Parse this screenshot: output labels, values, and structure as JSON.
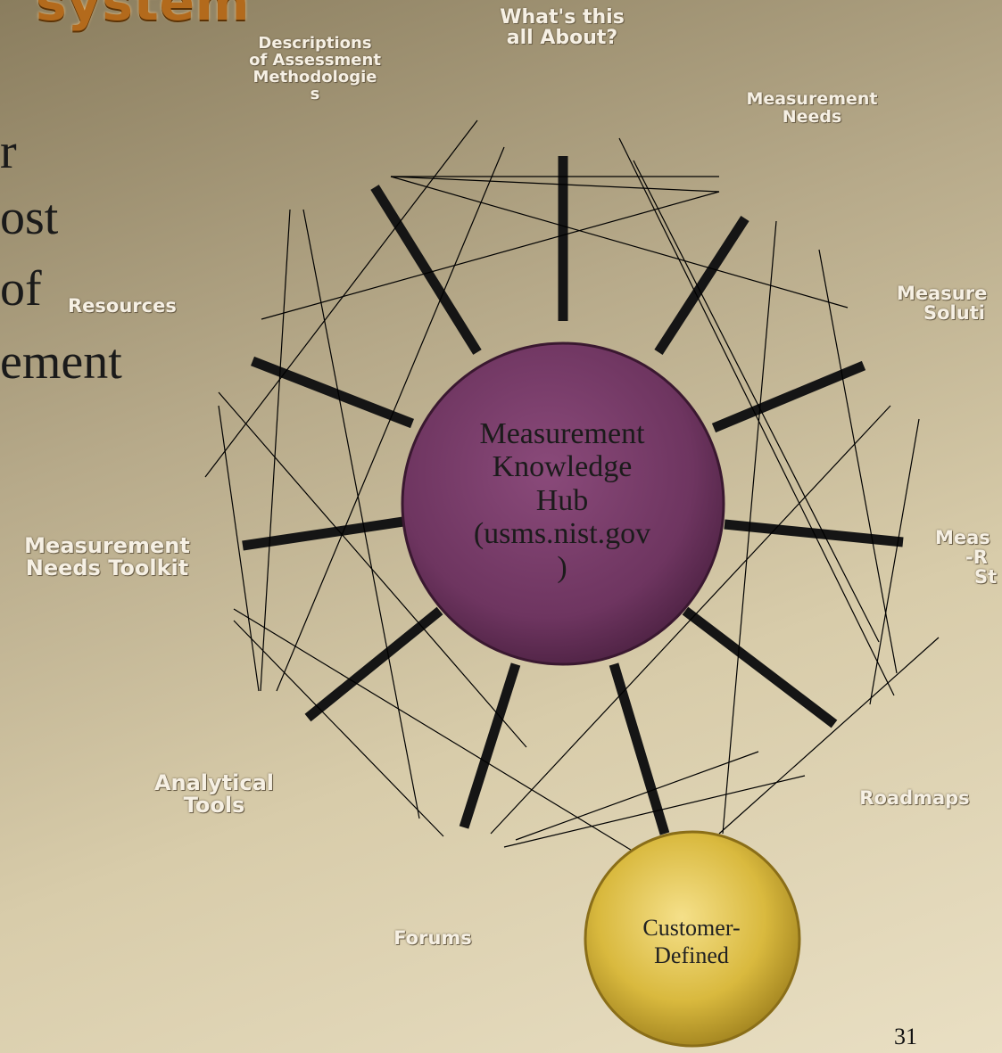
{
  "slide": {
    "title_fragment": "system",
    "body_lines": [
      "r",
      "ost",
      "of",
      "ement"
    ],
    "page_number": "31"
  },
  "hub": {
    "label": "Measurement Knowledge Hub (usms.nist.gov )",
    "lines": [
      "Measurement",
      "Knowledge",
      "Hub",
      "(usms.nist.gov",
      ")"
    ]
  },
  "customer": {
    "lines": [
      "Customer-",
      "Defined"
    ]
  },
  "spokes": [
    {
      "lines": [
        "What's this",
        "all About?"
      ]
    },
    {
      "lines": [
        "Descriptions",
        "of Assessment",
        "Methodologie",
        "s"
      ]
    },
    {
      "lines": [
        "Measurement",
        "Needs"
      ]
    },
    {
      "lines": [
        "Resources"
      ]
    },
    {
      "lines": [
        "Measure",
        "Soluti"
      ]
    },
    {
      "lines": [
        "Measurement",
        "Needs Toolkit"
      ]
    },
    {
      "lines": [
        "Meas",
        "-R",
        "St"
      ]
    },
    {
      "lines": [
        "Analytical",
        "Tools"
      ]
    },
    {
      "lines": [
        "Roadmaps"
      ]
    },
    {
      "lines": [
        "Forums"
      ]
    }
  ],
  "colors": {
    "hub_fill": "#6e3560",
    "customer_fill": "#d9b93e",
    "spoke": "#111111"
  }
}
